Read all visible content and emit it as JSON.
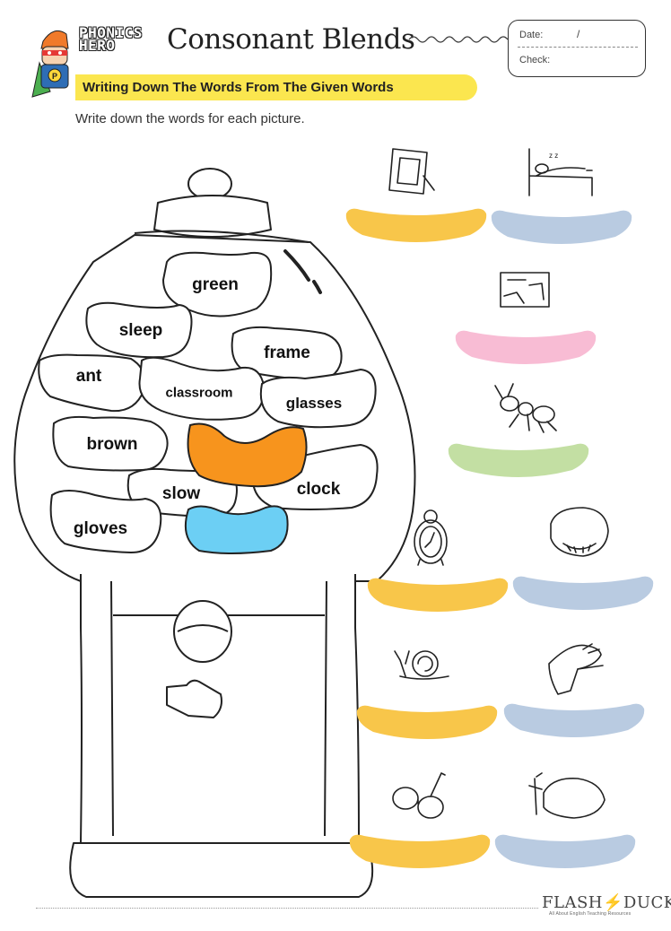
{
  "header": {
    "logo_line1": "PHONICS",
    "logo_line2": "HERO",
    "title": "Consonant Blends",
    "date_label": "Date:",
    "date_slash": "/",
    "check_label": "Check:",
    "subtitle": "Writing Down The Words From The Given Words",
    "instruction": "Write down the words for each picture."
  },
  "words": [
    "green",
    "sleep",
    "frame",
    "ant",
    "classroom",
    "glasses",
    "brown",
    "slow",
    "clock",
    "gloves"
  ],
  "pictures": [
    {
      "name": "frame-picture",
      "blank_color": "#f8c64a"
    },
    {
      "name": "sleep-picture",
      "blank_color": "#b9cbe1"
    },
    {
      "name": "classroom-picture",
      "blank_color": "#f8bcd4"
    },
    {
      "name": "ant-picture",
      "blank_color": "#c3dfa3"
    },
    {
      "name": "clock-picture",
      "blank_color": "#f8c64a"
    },
    {
      "name": "green-picture",
      "blank_color": "#b9cbe1"
    },
    {
      "name": "slow-picture",
      "blank_color": "#f8c64a"
    },
    {
      "name": "gloves-picture",
      "blank_color": "#b9cbe1"
    },
    {
      "name": "glasses-picture",
      "blank_color": "#f8c64a"
    },
    {
      "name": "brown-picture",
      "blank_color": "#b9cbe1"
    }
  ],
  "colors": {
    "subtitle_bar": "#fbe64f",
    "orange_bean": "#f7941d",
    "blue_bean": "#6ccff4",
    "yellow_blank": "#f8c64a",
    "blue_blank": "#b9cbe1",
    "pink_blank": "#f8bcd4",
    "green_blank": "#c3dfa3"
  },
  "footer": {
    "brand_left": "FLASH",
    "brand_right": "DUCK",
    "brand_tagline": "All About English  Teaching Resources"
  }
}
